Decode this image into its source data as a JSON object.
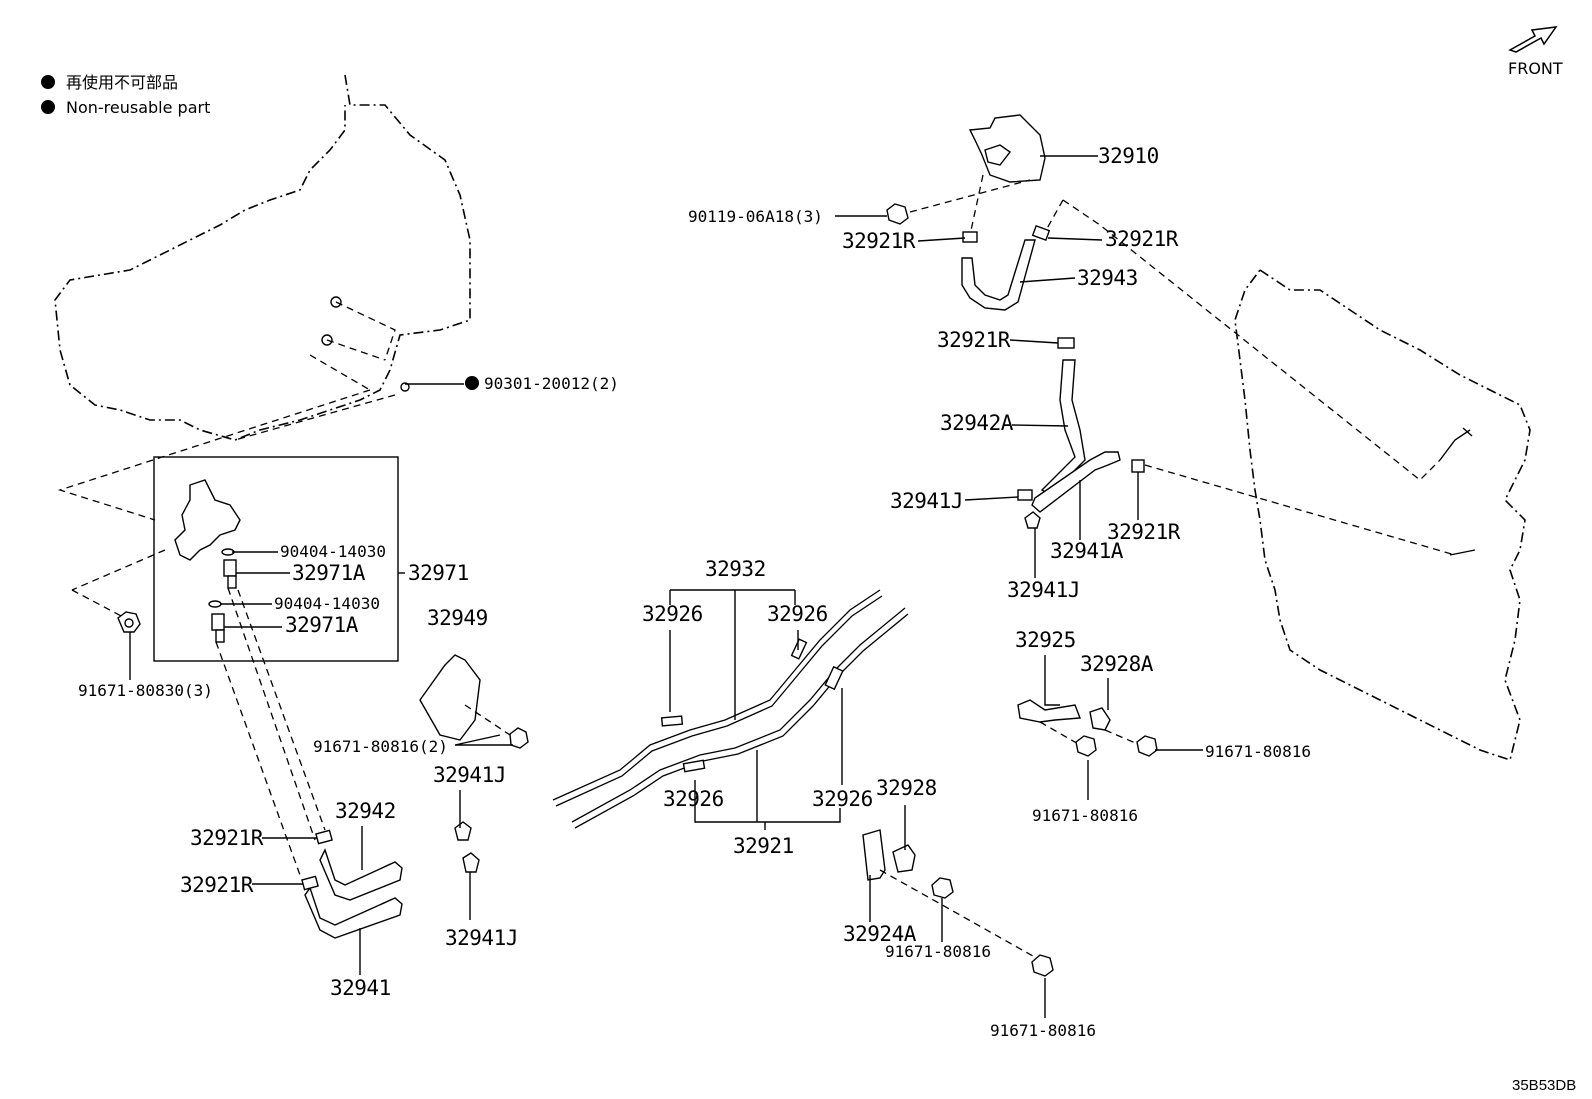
{
  "legend": {
    "items": [
      {
        "marker": "filled-circle",
        "label": "再使用不可部品"
      },
      {
        "marker": "filled-circle",
        "label": "Non-reusable part"
      }
    ]
  },
  "front_indicator": {
    "label": "FRONT",
    "icon": "arrow-icon"
  },
  "diagram_code": "35B53DB",
  "callouts": {
    "c32910": "32910",
    "c90119": "90119-06A18(3)",
    "c32921R_a": "32921R",
    "c32921R_b": "32921R",
    "c32943": "32943",
    "c32921R_c": "32921R",
    "c32942A": "32942A",
    "c32941J_a": "32941J",
    "c32921R_d": "32921R",
    "c32941A": "32941A",
    "c32941J_b": "32941J",
    "c90301": "90301-20012(2)",
    "c90404_a": "90404-14030",
    "c32971A_a": "32971A",
    "c32971": "32971",
    "c90404_b": "90404-14030",
    "c32971A_b": "32971A",
    "c91671_80830": "91671-80830(3)",
    "c32949": "32949",
    "c91671_80816_2": "91671-80816(2)",
    "c32941J_c": "32941J",
    "c32941J_d": "32941J",
    "c32921R_e": "32921R",
    "c32942": "32942",
    "c32921R_f": "32921R",
    "c32941": "32941",
    "c32932": "32932",
    "c32926_a": "32926",
    "c32926_b": "32926",
    "c32926_c": "32926",
    "c32926_d": "32926",
    "c32921": "32921",
    "c32928": "32928",
    "c32924A": "32924A",
    "c91671_80816_a": "91671-80816",
    "c91671_80816_b": "91671-80816",
    "c32925": "32925",
    "c32928A": "32928A",
    "c91671_80816_c": "91671-80816",
    "c91671_80816_d": "91671-80816"
  },
  "non_reusable_marker": {
    "marker": "filled-circle",
    "applies_to": "90301-20012(2)"
  }
}
